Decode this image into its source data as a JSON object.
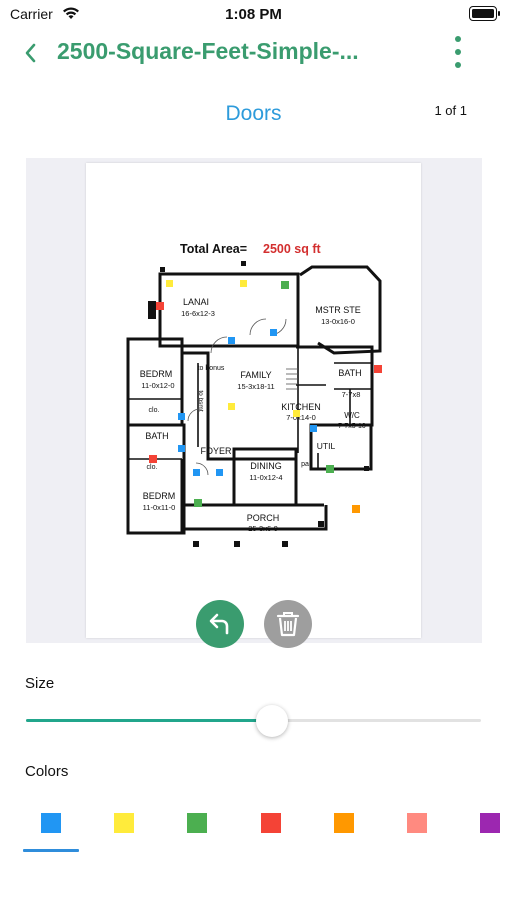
{
  "status_bar": {
    "carrier": "Carrier",
    "time": "1:08 PM"
  },
  "nav": {
    "title": "2500-Square-Feet-Simple-...",
    "back_icon": "chevron-left-icon",
    "more_icon": "vertical-ellipsis-icon",
    "accent": "#3a9c6f"
  },
  "section": {
    "title": "Doors",
    "page_indicator": "1 of 1"
  },
  "floorplan": {
    "heading": "Total Area=",
    "area": "2500 sq ft",
    "rooms": [
      {
        "name": "LANAI",
        "dims": "16-6x12-3"
      },
      {
        "name": "MSTR STE",
        "dims": "13-0x16-0"
      },
      {
        "name": "BEDRM",
        "dims": "11-0x12-0"
      },
      {
        "name": "FAMILY",
        "dims": "15-3x18-11"
      },
      {
        "name": "BATH",
        "dims": "7-7x8"
      },
      {
        "name": "KITCHEN",
        "dims": "7-0x14-0"
      },
      {
        "name": "W/C",
        "dims": "7-7x5-10"
      },
      {
        "name": "BATH",
        "dims": ""
      },
      {
        "name": "FOYER",
        "dims": ""
      },
      {
        "name": "DINING",
        "dims": "11-0x12-4"
      },
      {
        "name": "UTIL",
        "dims": ""
      },
      {
        "name": "BEDRM",
        "dims": "11-0x11-0"
      },
      {
        "name": "PORCH",
        "dims": "25-3x6-0"
      }
    ],
    "notes": {
      "bonus": "to bonus",
      "bsmt": "to bsmt",
      "clo1": "clo.",
      "clo2": "clo.",
      "pan": "pan"
    }
  },
  "actions": {
    "undo_icon": "undo-arrow-icon",
    "trash_icon": "trash-icon"
  },
  "size": {
    "label": "Size",
    "value_fraction": 0.54
  },
  "colors": {
    "label": "Colors",
    "selected_index": 0,
    "swatches": [
      "#2196f3",
      "#ffeb3b",
      "#4caf50",
      "#f44336",
      "#ff9800",
      "#ff8a80",
      "#9c27b0"
    ]
  }
}
